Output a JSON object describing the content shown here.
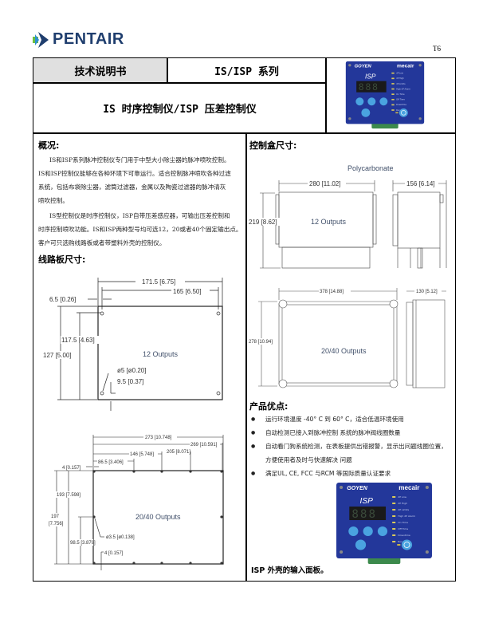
{
  "brand": {
    "name": "PENTAIR",
    "page_code": "T6"
  },
  "header": {
    "doc_type": "技术说明书",
    "series": "IS/ISP 系列",
    "title": "IS 时序控制仪/ISP 压差控制仪"
  },
  "overview": {
    "heading": "概况:",
    "para1_lines": [
      "IS和ISP系列脉冲控制仪专门用于中型大小除尘器的脉冲喷吹控制。",
      "IS和ISP控制仪能够在各种环境下可靠运行。适合控制脉冲喷吹各种过滤",
      "系统，包括布袋除尘器，滤筒过滤器，金属以及陶瓷过滤器的脉冲清灰",
      "喷吹控制。"
    ],
    "para2_lines": [
      "IS型控制仪是时序控制仪，ISP自带压差感应器，可输出压差控制和",
      "时序控制喷吹功能。IS和ISP两种型号均可选12，20或者40个固定输出点。",
      "客户可只选购线路板或者带塑料外壳的控制仪。"
    ]
  },
  "board": {
    "heading": "线路板尺寸:",
    "d12": {
      "label": "12 Outputs",
      "w_total": "171.5 [6.75]",
      "w_holes": "165 [6.50]",
      "offset": "6.5 [0.26]",
      "h_total": "127 [5.00]",
      "h_holes": "117.5 [4.63]",
      "hole": "ø5 [ø0.20]",
      "hole_off": "9.5 [0.37]"
    },
    "d40": {
      "label": "20/40 Outputs",
      "w_total": "273 [10.748]",
      "w_holes": "269 [10.591]",
      "x205": "205 [8.071]",
      "x146": "146 [5.748]",
      "x86": "86.5 [3.406]",
      "x4": "4 [0.157]",
      "h_holes": "193 [7.598]",
      "h_total_a": "197",
      "h_total_b": "[7.756]",
      "h_mid": "98.5 [3.878]",
      "hole": "ø3.5 [ø0.138]",
      "y4": "4 [0.157]"
    }
  },
  "box": {
    "heading": "控制盒尺寸:",
    "material": "Polycarbonate",
    "b12": {
      "label": "12 Outputs",
      "w": "280 [11.02]",
      "h": "219 [8.62]",
      "d": "156 [6.14]"
    },
    "b40": {
      "label": "20/40 Outputs",
      "w": "378 [14.88]",
      "h": "278 [10.94]",
      "d": "130 [5.12]"
    }
  },
  "advantages": {
    "heading": "产品优点:",
    "items": [
      "运行环境温度 -40° C 到 60° C，适合低温环境使用",
      "自动检测已接入到脉冲控制 系统的脉冲阀线圈数量",
      "自动看门狗系统检测，在表板提供出错报警，显示出问题线圈位置，",
      "方便使用者及时与快速解决 问题",
      "满足UL, CE, FCC 与RCM 等国际质量认证要求"
    ]
  },
  "panel": {
    "caption": "ISP 外壳的输入面板。",
    "brand_left": "GOYEN",
    "brand_right": "mecair",
    "model": "ISP",
    "display": "888",
    "leds": [
      "dP Low",
      "dP High",
      "dP Limits",
      "High dP Alarm",
      "On Time",
      "Off Time",
      "Downtime",
      "Run"
    ],
    "colors": {
      "panel": "#23379a",
      "button": "#4aa3e0"
    }
  }
}
